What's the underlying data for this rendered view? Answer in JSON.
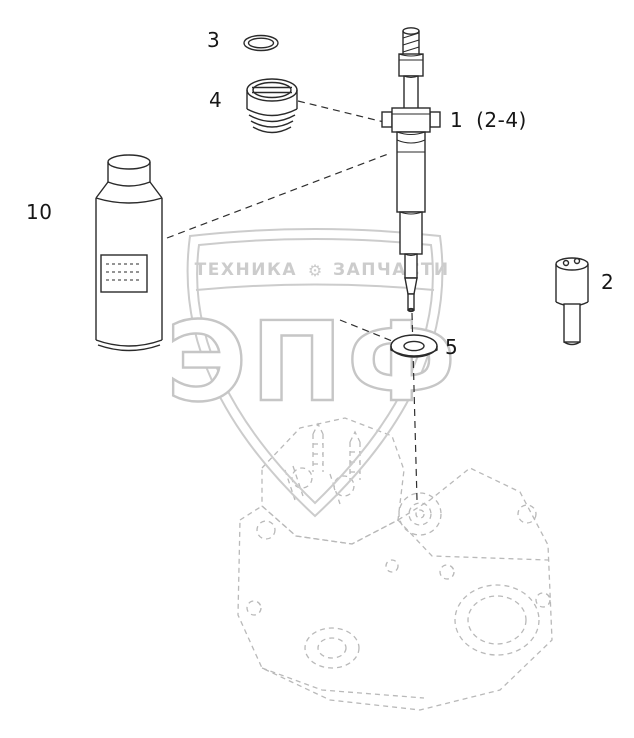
{
  "labels": [
    {
      "part": "3",
      "text": "3"
    },
    {
      "part": "4",
      "text": "4"
    },
    {
      "part": "10",
      "text": "10"
    },
    {
      "part": "1",
      "text": "1 (2-4)"
    },
    {
      "part": "2",
      "text": "2"
    },
    {
      "part": "5",
      "text": "5"
    }
  ],
  "watermark": {
    "left_text": "ТЕХНИКА",
    "gear_icon": "⚙",
    "right_text": "ЗАПЧАСТИ",
    "big_text": "ЭПФ"
  },
  "colors": {
    "part_line": "#2a2a2a",
    "ghost_line": "#b9b9b9",
    "watermark": "#cccccc"
  }
}
